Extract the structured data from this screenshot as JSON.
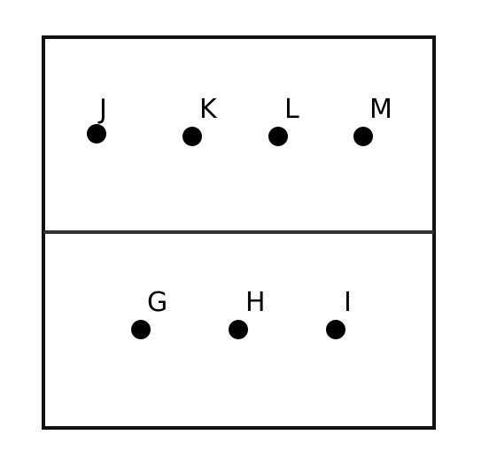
{
  "colors": {
    "stroke": "#111111",
    "divider": "#333333",
    "dot": "#000000",
    "background": "#ffffff"
  },
  "top_row": {
    "points": [
      {
        "label": "J"
      },
      {
        "label": "K"
      },
      {
        "label": "L"
      },
      {
        "label": "M"
      }
    ]
  },
  "bottom_row": {
    "points": [
      {
        "label": "G"
      },
      {
        "label": "H"
      },
      {
        "label": "I"
      }
    ]
  }
}
